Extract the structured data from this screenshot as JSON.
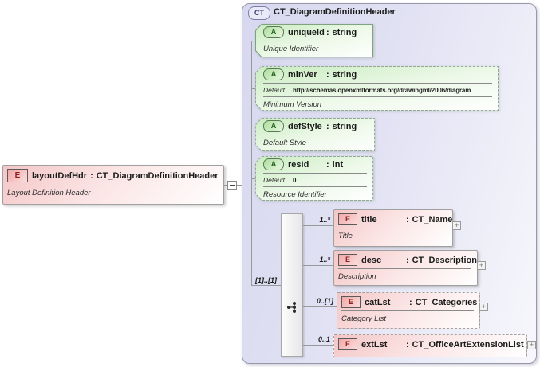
{
  "sym": {
    "colon": ":",
    "plus": "+",
    "e_badge": "E",
    "a_badge": "A",
    "ct_badge": "CT"
  },
  "left_element": {
    "name": "layoutDefHdr",
    "type": "CT_DiagramDefinitionHeader",
    "description": "Layout Definition Header"
  },
  "container": {
    "title": "CT_DiagramDefinitionHeader"
  },
  "attributes": [
    {
      "name": "uniqueId",
      "type": "string",
      "description": "Unique Identifier"
    },
    {
      "name": "minVer",
      "type": "string",
      "default_label": "Default",
      "default_value": "http://schemas.openxmlformats.org/drawingml/2006/diagram",
      "description": "Minimum Version"
    },
    {
      "name": "defStyle",
      "type": "string",
      "description": "Default Style"
    },
    {
      "name": "resId",
      "type": "int",
      "default_label": "Default",
      "default_value": "0",
      "description": "Resource Identifier"
    }
  ],
  "sequence": {
    "cardinality": "[1]..[1]"
  },
  "elements": [
    {
      "name": "title",
      "type": "CT_Name",
      "description": "Title",
      "cardinality": "1..*"
    },
    {
      "name": "desc",
      "type": "CT_Description",
      "description": "Description",
      "cardinality": "1..*"
    },
    {
      "name": "catLst",
      "type": "CT_Categories",
      "description": "Category List",
      "cardinality": "0..[1]"
    },
    {
      "name": "extLst",
      "type": "CT_OfficeArtExtensionList",
      "cardinality": "0..1"
    }
  ],
  "colors": {
    "element_fill": "#f5caca",
    "attribute_fill": "#cdeec5",
    "container_fill": "#d8d8f0",
    "element_badge_text": "#8b1f1f",
    "attribute_badge_text": "#1c5c1c",
    "complextype_badge_text": "#3a3a6e"
  }
}
